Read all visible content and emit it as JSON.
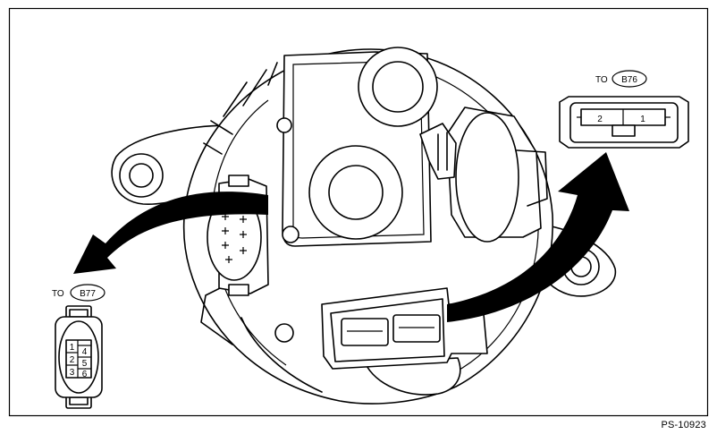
{
  "diagram": {
    "code": "PS-10923",
    "right_connector": {
      "to_text": "TO",
      "connector_id": "B76",
      "pins": [
        "2",
        "1"
      ]
    },
    "left_connector": {
      "to_text": "TO",
      "connector_id": "B77",
      "pins": [
        "1",
        "2",
        "3",
        "4",
        "5",
        "6"
      ]
    },
    "colors": {
      "line": "#000000",
      "background": "#ffffff",
      "arrow_fill": "#000000"
    }
  }
}
